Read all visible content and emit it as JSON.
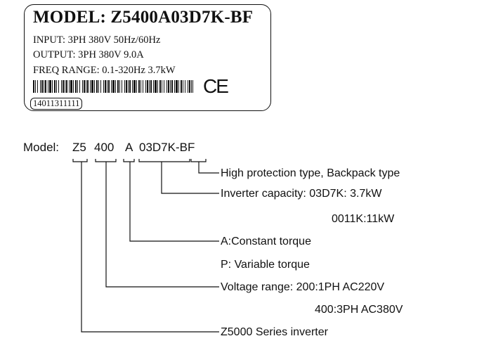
{
  "nameplate": {
    "model": "MODEL:  Z5400A03D7K-BF",
    "input": "INPUT: 3PH 380V 50Hz/60Hz",
    "output": "OUTPUT: 3PH 380V 9.0A",
    "freq": "FREQ RANGE: 0.1-320Hz  3.7kW",
    "ce_mark": "CE",
    "serial": "14011311111"
  },
  "model_code": {
    "prefix": "Model:",
    "segments": [
      "Z5",
      "400",
      "A",
      "03D7K-BF"
    ]
  },
  "labels": {
    "protection": "High protection type, Backpack type",
    "capacity": "Inverter capacity: 03D7K: 3.7kW",
    "capacity_alt": "0011K:11kW",
    "torque_a": "A:Constant torque",
    "torque_p": "P: Variable torque",
    "voltage": "Voltage range: 200:1PH AC220V",
    "voltage_alt": "400:3PH AC380V",
    "series": "Z5000 Series inverter"
  }
}
